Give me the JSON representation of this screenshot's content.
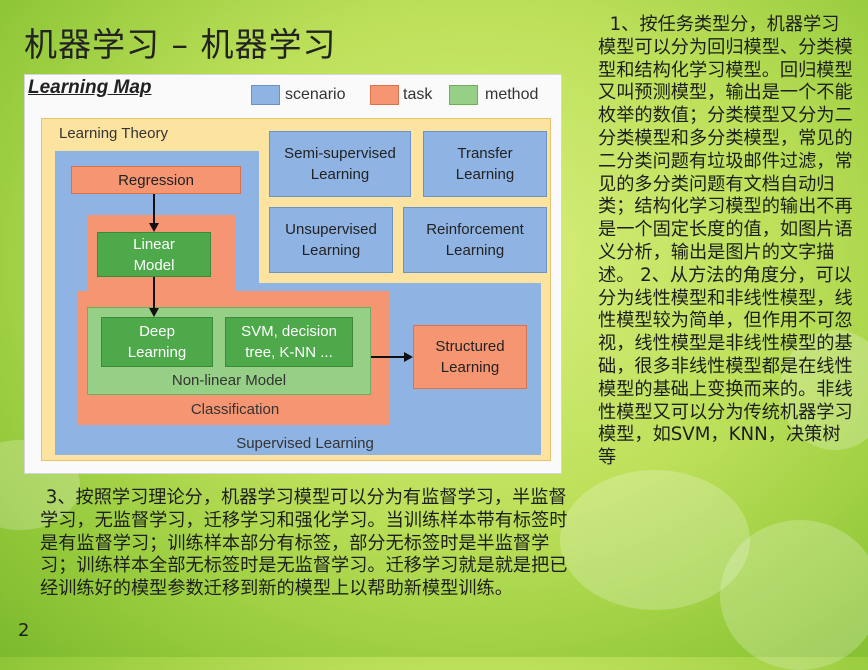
{
  "slide": {
    "title": "机器学习 – 机器学习",
    "page_number": "2"
  },
  "map": {
    "title": "Learning Map",
    "legend": [
      {
        "label": "scenario",
        "color": "#8fb4e3"
      },
      {
        "label": "task",
        "color": "#f59572"
      },
      {
        "label": "method",
        "color": "#96cf86"
      }
    ],
    "learning_theory": "Learning Theory",
    "regression": "Regression",
    "linear_model": "Linear\nModel",
    "semi_supervised": "Semi-supervised\nLearning",
    "transfer": "Transfer\nLearning",
    "unsupervised": "Unsupervised\nLearning",
    "reinforcement": "Reinforcement\nLearning",
    "deep_learning": "Deep\nLearning",
    "svm": "SVM, decision\ntree, K-NN ...",
    "non_linear_model": "Non-linear Model",
    "classification": "Classification",
    "supervised": "Supervised Learning",
    "structured": "Structured\nLearning",
    "colors": {
      "theory_bg": "#fde3a0",
      "scenario": "#8fb4e3",
      "task": "#f59572",
      "method": "#96cf86",
      "method_dark": "#4ea94b"
    }
  },
  "right_text": "1、按任务类型分，机器学习模型可以分为回归模型、分类模型和结构化学习模型。回归模型又叫预测模型，输出是一个不能枚举的数值；分类模型又分为二分类模型和多分类模型，常见的二分类问题有垃圾邮件过滤，常见的多分类问题有文档自动归类；结构化学习模型的输出不再是一个固定长度的值，如图片语义分析，输出是图片的文字描述。 2、从方法的角度分，可以分为线性模型和非线性模型，线性模型较为简单，但作用不可忽视，线性模型是非线性模型的基础，很多非线性模型都是在线性模型的基础上变换而来的。非线性模型又可以分为传统机器学习模型，如SVM，KNN，决策树等",
  "bottom_text": "3、按照学习理论分，机器学习模型可以分为有监督学习，半监督学习，无监督学习，迁移学习和强化学习。当训练样本带有标签时是有监督学习；训练样本部分有标签，部分无标签时是半监督学习；训练样本全部无标签时是无监督学习。迁移学习就是就是把已经训练好的模型参数迁移到新的模型上以帮助新模型训练。"
}
